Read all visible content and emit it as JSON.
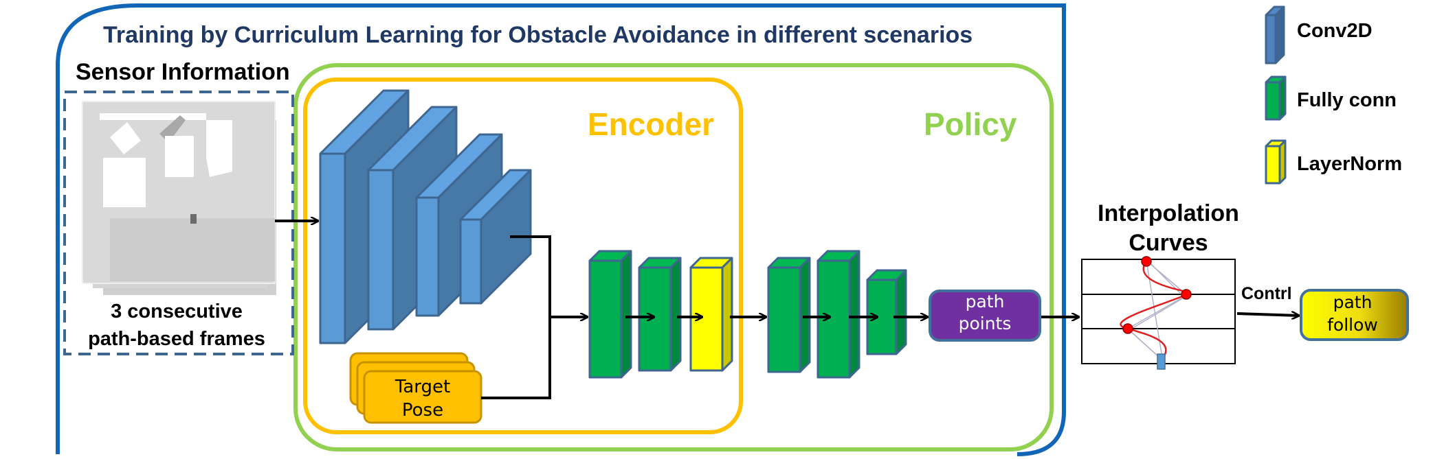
{
  "title": "Training by Curriculum Learning for Obstacle Avoidance in different scenarios",
  "sensor": {
    "heading": "Sensor Information",
    "caption_line1": "3 consecutive",
    "caption_line2": "path-based frames"
  },
  "encoder_label": "Encoder",
  "policy_label": "Policy",
  "target_pose": {
    "line1": "Target",
    "line2": "Pose"
  },
  "path_points": {
    "line1": "path",
    "line2": "points"
  },
  "interpolation": {
    "line1": "Interpolation",
    "line2": "Curves"
  },
  "control_label": "Contrl",
  "path_follow": {
    "line1": "path",
    "line2": "follow"
  },
  "legend": [
    {
      "label": "Conv2D",
      "color": "#4f81bd"
    },
    {
      "label": "Fully conn",
      "color": "#00b050"
    },
    {
      "label": "LayerNorm",
      "color": "#ffff00"
    }
  ],
  "colors": {
    "outer_frame": "#1266b8",
    "policy_frame": "#92d050",
    "encoder_frame": "#ffc000",
    "conv_front": "#5b9bd5",
    "fc_front": "#00b050",
    "layernorm_front": "#ffff00",
    "path_points_fill": "#7030a0",
    "target_pose_fill": "#ffc000"
  }
}
